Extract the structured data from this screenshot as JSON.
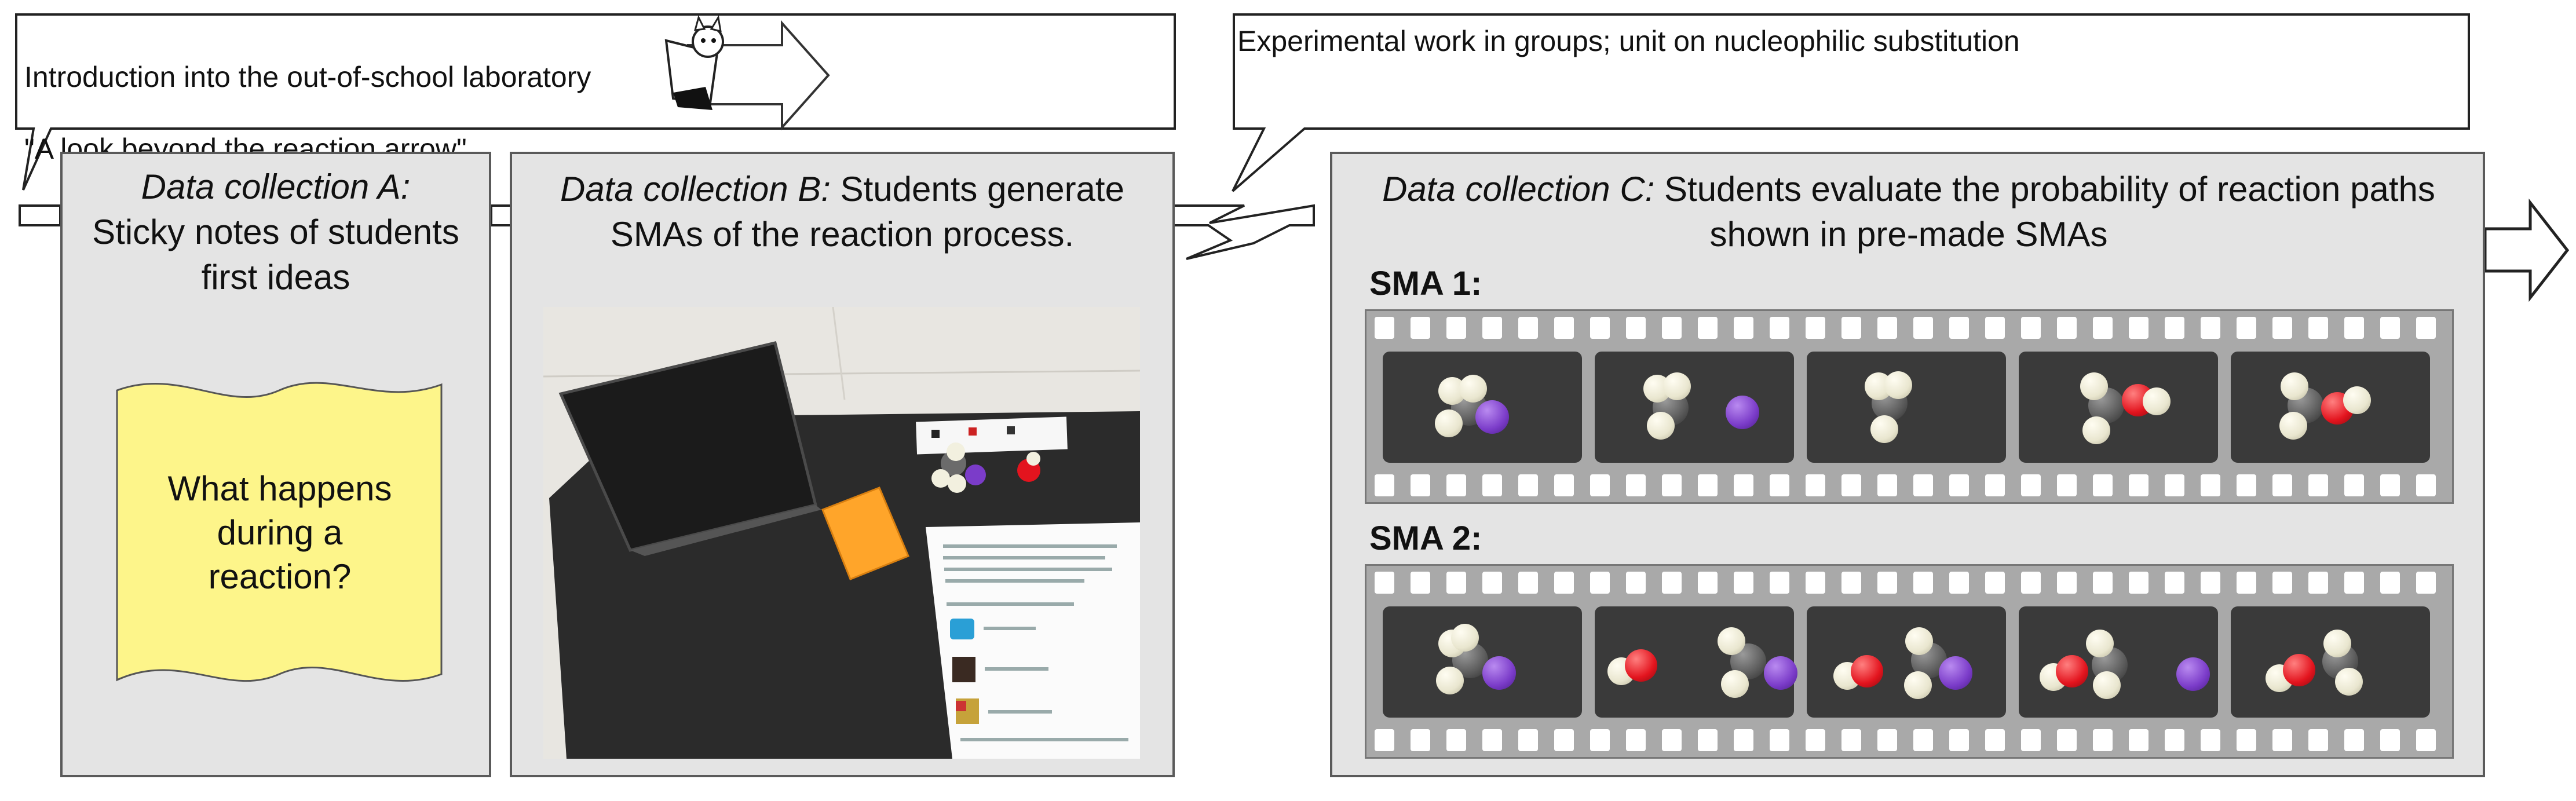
{
  "callout_intro": {
    "line1": "Introduction into the out-of-school laboratory",
    "line2": "\"A look beyond the reaction arrow\""
  },
  "callout_group": {
    "text": "Experimental work in groups; unit on nucleophilic substitution"
  },
  "box_a": {
    "title_italic": "Data collection A:",
    "title_rest": "Sticky notes of students first ideas",
    "sticky_note_text": "What happens during a reaction?"
  },
  "box_b": {
    "title_italic": "Data collection B:",
    "title_rest": " Students generate SMAs of  the reaction process."
  },
  "box_c": {
    "title_italic": "Data collection C:",
    "title_rest": " Students evaluate the probability of reaction paths shown in pre-made SMAs",
    "sma1_label": "SMA 1:",
    "sma2_label": "SMA 2:"
  },
  "colors": {
    "box_fill": "#e4e4e4",
    "sticky_note": "#fdf58a",
    "orange_note": "#ffa52a",
    "board": "#2b2b2b",
    "film": "#a9a9a9"
  }
}
